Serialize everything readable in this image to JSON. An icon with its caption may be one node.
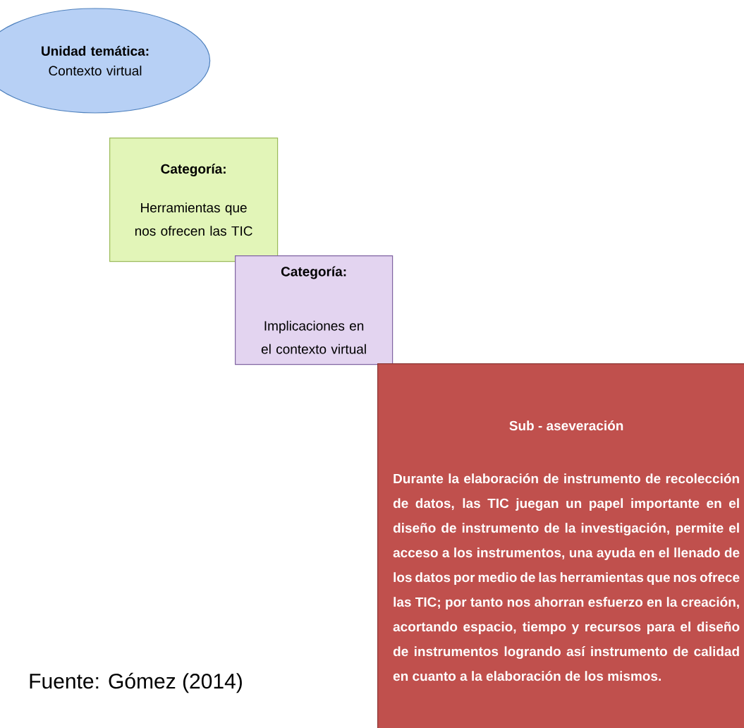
{
  "diagram": {
    "nodes": [
      {
        "text": [
          "Unidad temática:",
          "Contexto virtual"
        ]
      },
      {
        "text": [
          "Categoría:",
          "Herramientas que nos ofrecen las TIC"
        ]
      },
      {
        "text": [
          "Categoría:",
          "Implicaciones en el contexto virtual"
        ]
      },
      {
        "text": [
          "Sub - aseveración",
          "Durante la elaboración de instrumento de recolección de datos, las TIC juegan un papel importante en el diseño de instrumento de la investigación, permite el acceso a los instrumentos,  una ayuda en el llenado de los datos por medio de las herramientas que nos ofrece las TIC; por tanto nos ahorran esfuerzo en la creación, acortando espacio, tiempo y recursos para el diseño de instrumentos logrando así instrumento de calidad en cuanto a la elaboración de los mismos."
        ]
      }
    ],
    "labels": [
      "Fuente: Gómez (2014)"
    ]
  }
}
